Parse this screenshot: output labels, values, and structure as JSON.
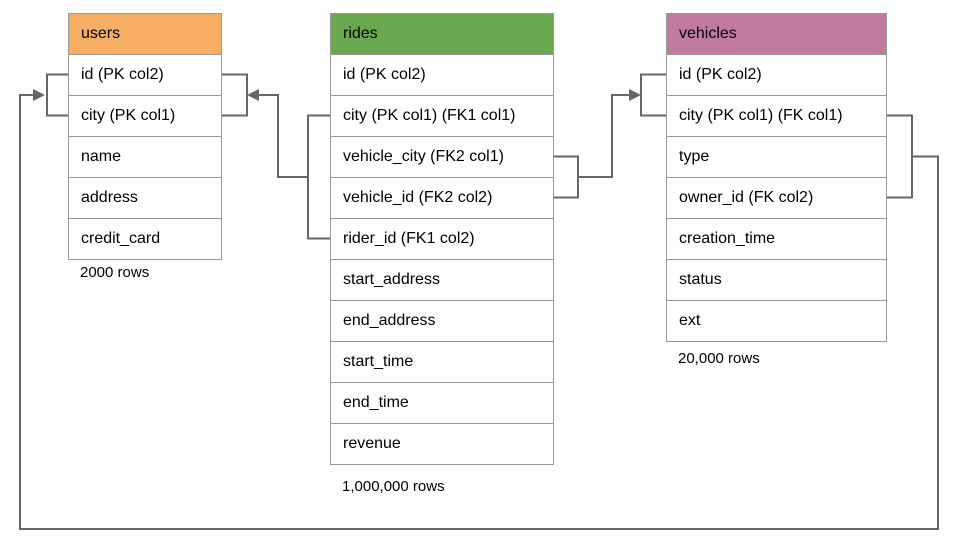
{
  "diagram": {
    "colors": {
      "connector": "#666666",
      "table_border": "#999999"
    },
    "tables": {
      "users": {
        "title": "users",
        "header_color": "#F6AD64",
        "columns": [
          "id (PK col2)",
          "city (PK col1)",
          "name",
          "address",
          "credit_card"
        ],
        "row_count": "2000 rows"
      },
      "rides": {
        "title": "rides",
        "header_color": "#6AA84F",
        "columns": [
          "id (PK col2)",
          "city (PK col1) (FK1 col1)",
          "vehicle_city (FK2 col1)",
          "vehicle_id (FK2 col2)",
          "rider_id (FK1 col2)",
          "start_address",
          "end_address",
          "start_time",
          "end_time",
          "revenue"
        ],
        "row_count": "1,000,000 rows"
      },
      "vehicles": {
        "title": "vehicles",
        "header_color": "#C27BA0",
        "columns": [
          "id (PK col2)",
          "city (PK col1) (FK col1)",
          "type",
          "owner_id (FK col2)",
          "creation_time",
          "status",
          "ext"
        ],
        "row_count": "20,000 rows"
      }
    },
    "relationships": [
      {
        "name": "rides-to-users",
        "from": "rides (city, rider_id)",
        "to": "users (id, city)"
      },
      {
        "name": "rides-to-vehicles",
        "from": "rides (vehicle_city, vehicle_id)",
        "to": "vehicles (id, city)"
      },
      {
        "name": "vehicles-to-users",
        "from": "vehicles (city, owner_id)",
        "to": "users (id, city)"
      }
    ]
  }
}
